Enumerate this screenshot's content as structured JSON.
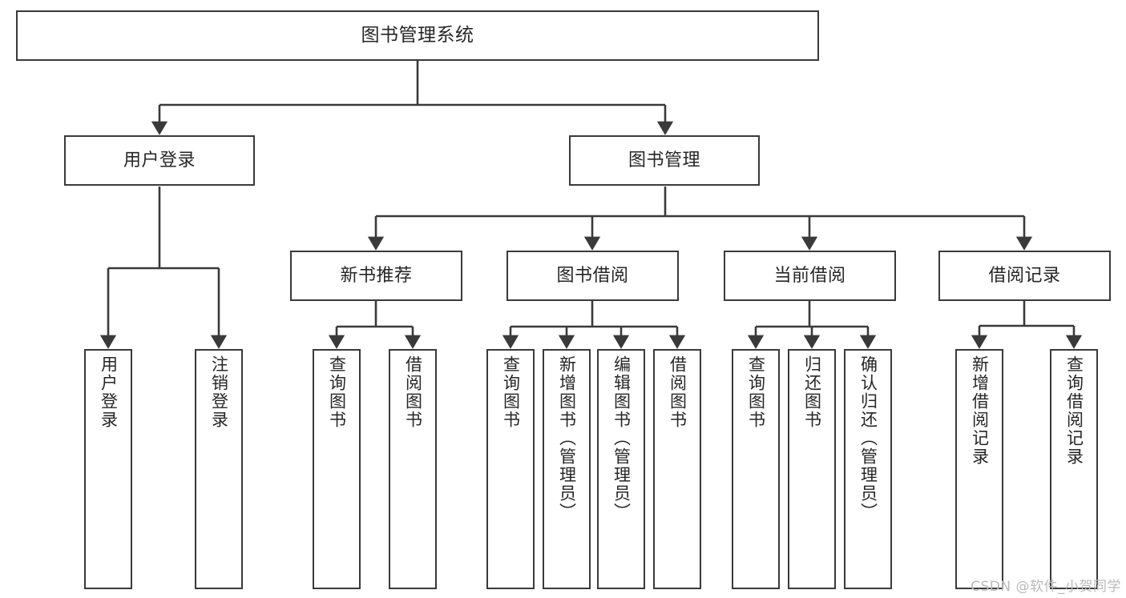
{
  "diagram": {
    "title": "图书管理系统",
    "type": "tree-hierarchy",
    "watermark": "CSDN @软件_小贺同学",
    "colors": {
      "box_border": "#3a3a3a",
      "connector": "#3a3a3a",
      "text": "#262626",
      "background": "#ffffff",
      "watermark": "#b9b9b9"
    },
    "levels": {
      "root": {
        "label": "图书管理系统"
      },
      "level2": [
        {
          "label": "用户登录"
        },
        {
          "label": "图书管理"
        }
      ],
      "level3": [
        {
          "label": "新书推荐"
        },
        {
          "label": "图书借阅"
        },
        {
          "label": "当前借阅"
        },
        {
          "label": "借阅记录"
        }
      ],
      "leaves": {
        "user_login": [
          {
            "label": "用户登录"
          },
          {
            "label": "注销登录"
          }
        ],
        "new_book_recommend": [
          {
            "label": "查询图书"
          },
          {
            "label": "借阅图书"
          }
        ],
        "book_borrow": [
          {
            "label": "查询图书"
          },
          {
            "label": "新增图书（管理员）"
          },
          {
            "label": "编辑图书（管理员）"
          },
          {
            "label": "借阅图书"
          }
        ],
        "current_borrow": [
          {
            "label": "查询图书"
          },
          {
            "label": "归还图书"
          },
          {
            "label": "确认归还（管理员）"
          }
        ],
        "borrow_record": [
          {
            "label": "新增借阅记录"
          },
          {
            "label": "查询借阅记录"
          }
        ]
      }
    }
  }
}
